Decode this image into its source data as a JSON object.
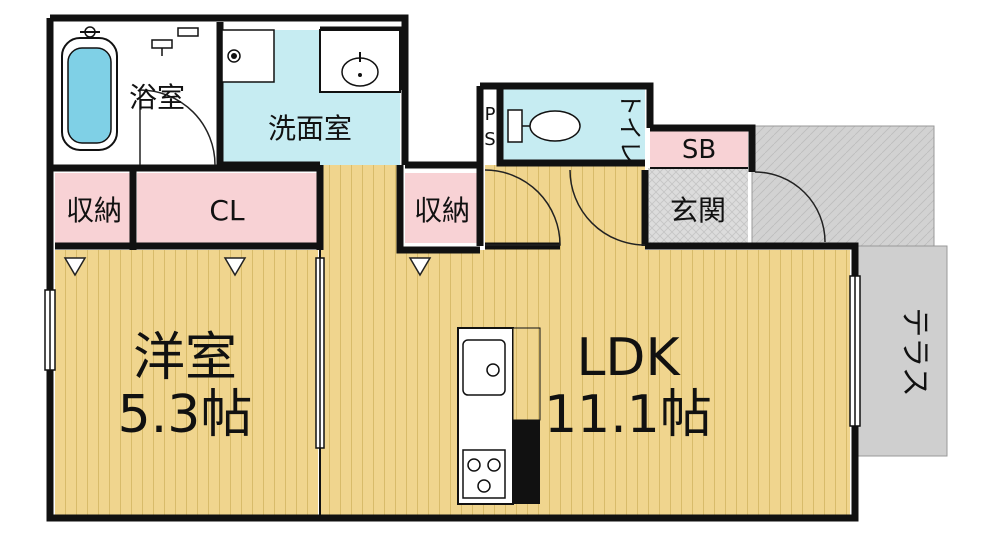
{
  "rooms": {
    "bath": "浴室",
    "washroom": "洗面室",
    "ps": [
      "P",
      "S"
    ],
    "toilet": "トイレ",
    "sb": "SB",
    "storage_left": "収納",
    "closet": "CL",
    "storage_mid": "収納",
    "entrance": "玄関",
    "western": {
      "name": "洋室",
      "size": "5.3帖"
    },
    "ldk": {
      "name": "LDK",
      "size": "11.1帖"
    },
    "terrace": "テラス"
  },
  "colors": {
    "wall": "#111111",
    "floor_wood": "#f0d58e",
    "floor_wood_line": "#dcc071",
    "wet_area": "#c6ecf2",
    "storage": "#f8d2d5",
    "entrance_tile": "#d9d9d9",
    "terrace": "#cfcfcf",
    "bathtub": "#7fd0e6"
  },
  "icons": [
    "bathtub-icon",
    "shower-icon",
    "washing-machine-icon",
    "sink-icon",
    "toilet-icon",
    "kitchen-sink-icon",
    "stove-icon",
    "window-icon",
    "door-swing-icon"
  ]
}
